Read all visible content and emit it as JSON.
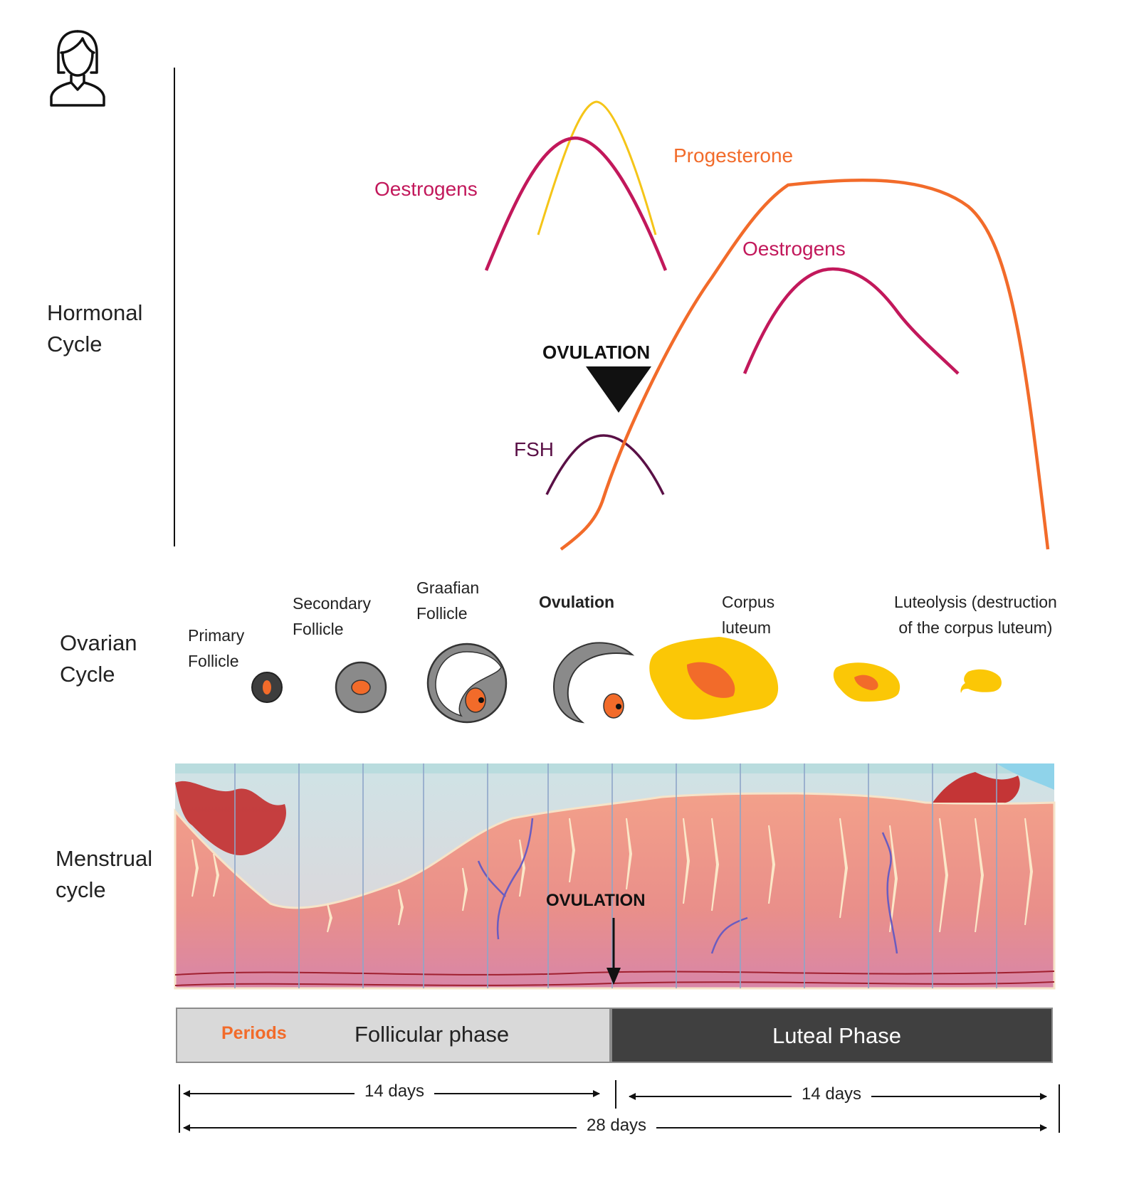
{
  "row_labels": {
    "hormonal": [
      "Hormonal",
      "Cycle"
    ],
    "ovarian": [
      "Ovarian",
      "Cycle"
    ],
    "menstrual": [
      "Menstrual",
      "cycle"
    ]
  },
  "curve_labels": {
    "oestrogens_1": "Oestrogens",
    "progesterone": "Progesterone",
    "oestrogens_2": "Oestrogens",
    "ovulation_marker": "OVULATION",
    "fsh": "FSH"
  },
  "ovarian_stages": {
    "primary": [
      "Primary",
      "Follicle"
    ],
    "secondary": [
      "Secondary",
      "Follicle"
    ],
    "graafian": [
      "Graafian",
      "Follicle"
    ],
    "ovulation": "Ovulation",
    "corpus_luteum": [
      "Corpus",
      "luteum"
    ],
    "luteolysis": [
      "Luteolysis (destruction",
      "of the corpus luteum)"
    ]
  },
  "menstrual": {
    "ovulation_marker": "OVULATION"
  },
  "phases": {
    "periods": "Periods",
    "follicular": "Follicular phase",
    "luteal": "Luteal Phase"
  },
  "durations": {
    "follicular": "14 days",
    "luteal": "14 days",
    "total": "28 days"
  },
  "colors": {
    "oestrogens": "#c2185b",
    "progesterone": "#f26b2a",
    "lh": "#f5c518",
    "fsh": "#5a1046",
    "periods": "#f26b2a",
    "follicular_bg": "#d9d9d9",
    "luteal_bg": "#404040"
  }
}
